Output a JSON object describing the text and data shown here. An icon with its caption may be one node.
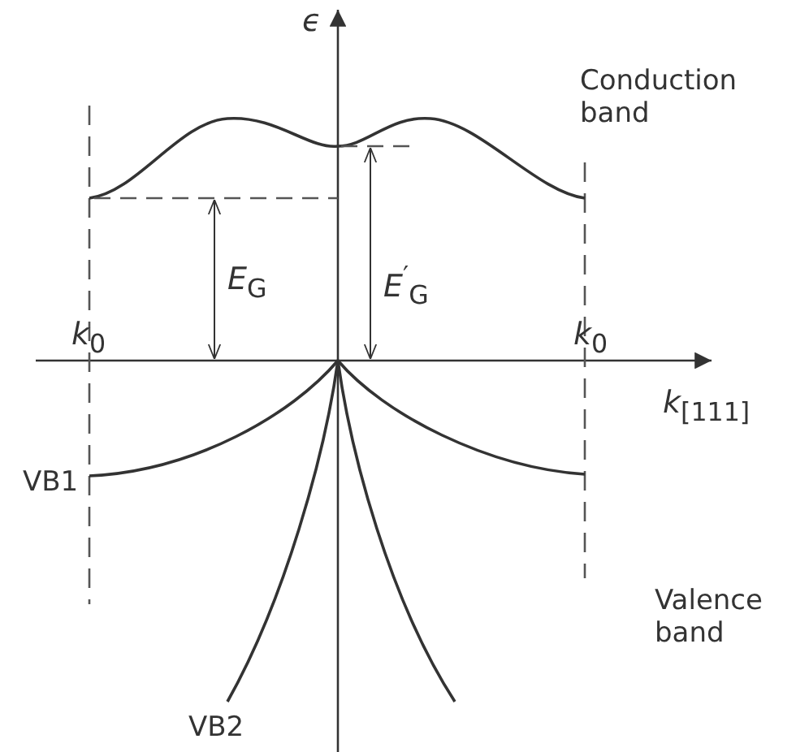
{
  "diagram": {
    "labels": [
      "ϵ",
      "Conduction band",
      "*E*$_{G}$",
      "*E*$^{′}$$_{G}$",
      "*k*$_{0}$",
      "*k*$_{0}$",
      "*k*$_{[111]}$",
      "VB1",
      "Valence band",
      "VB2"
    ]
  }
}
